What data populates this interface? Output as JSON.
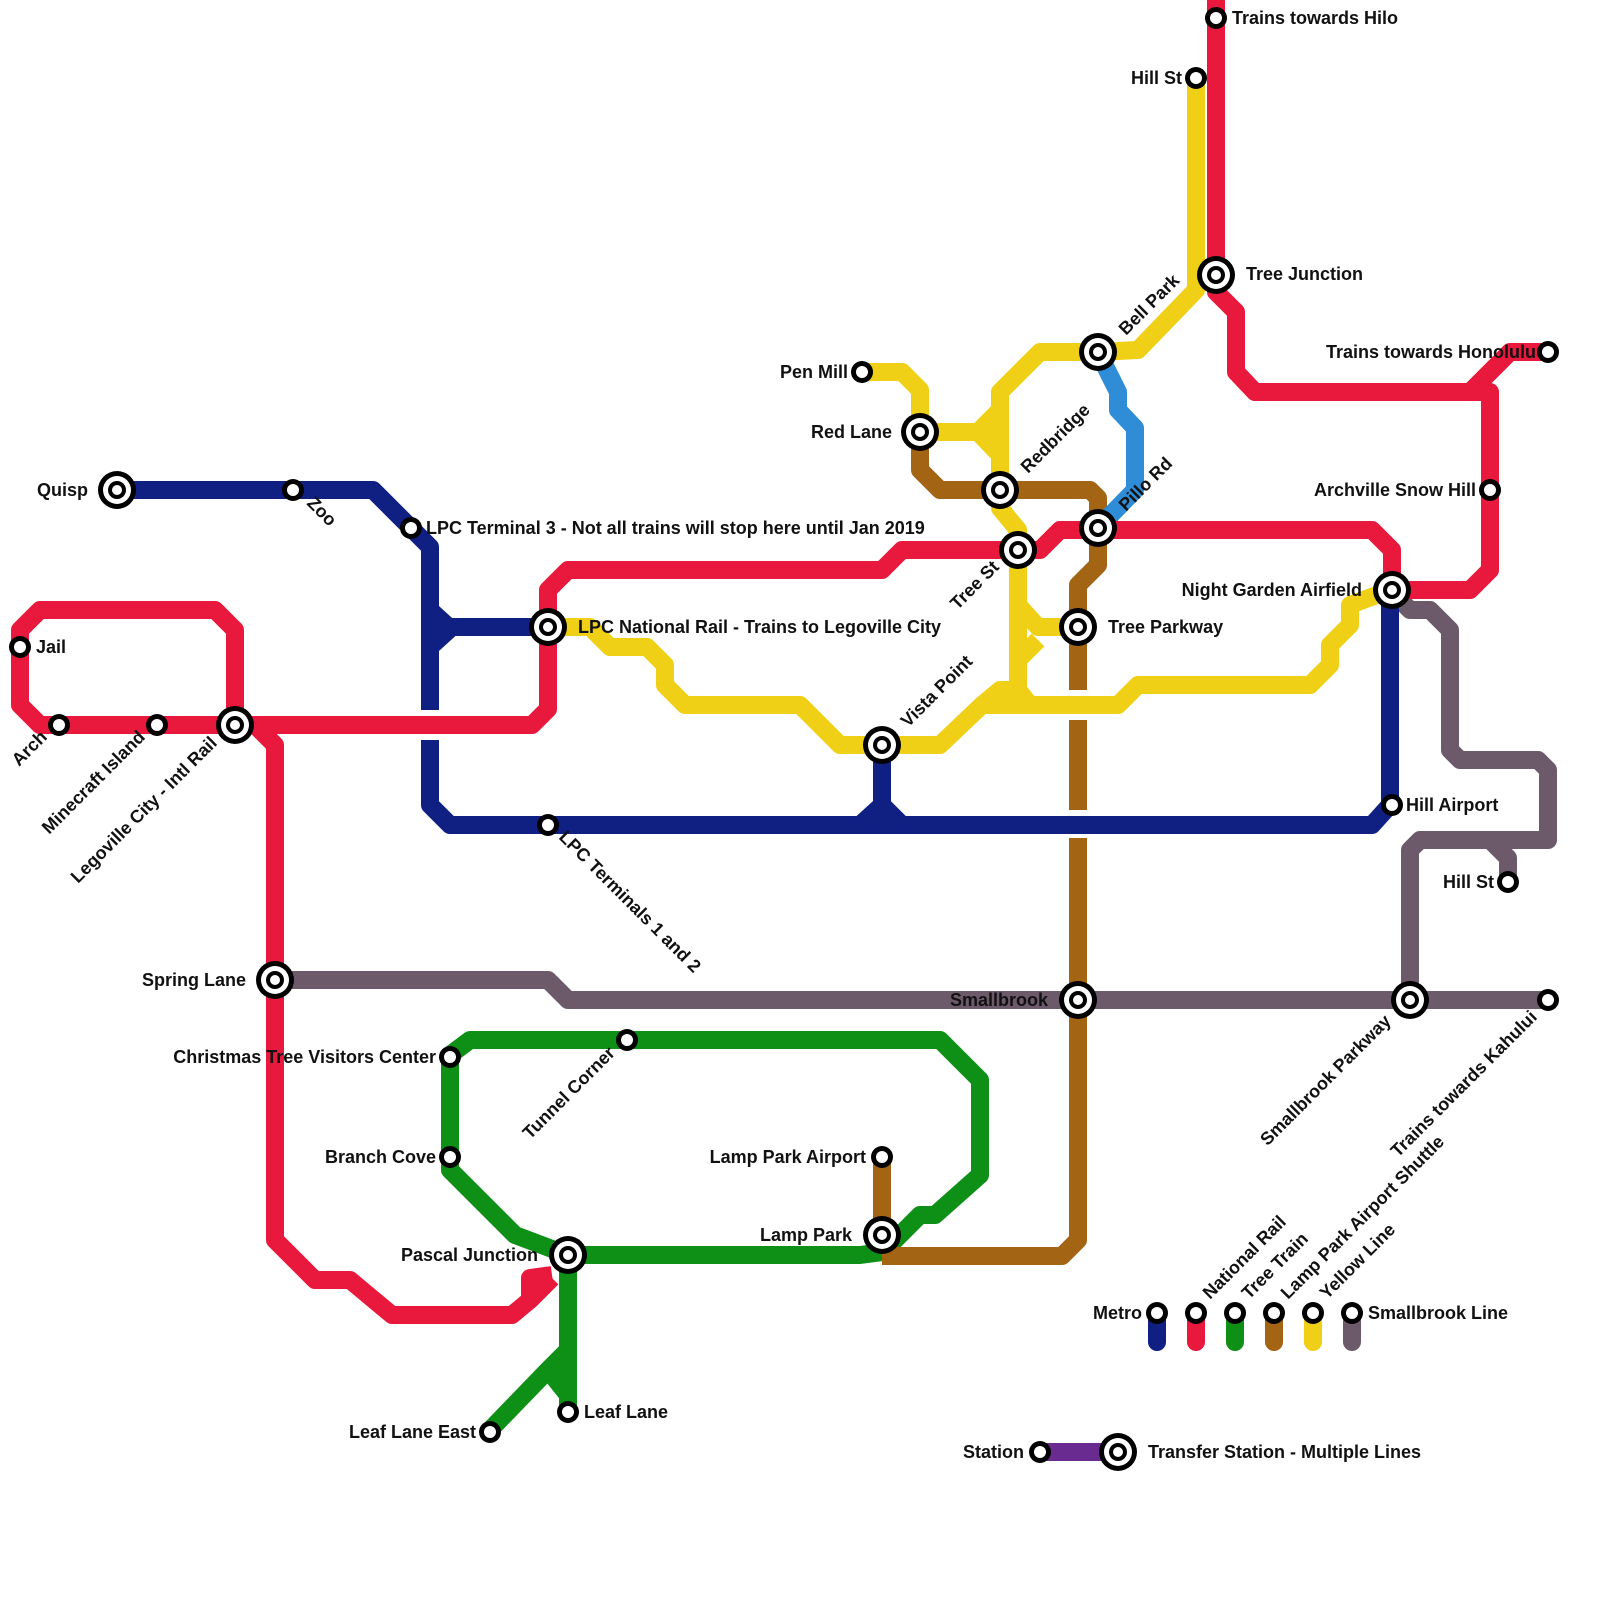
{
  "colors": {
    "metro": "#0f1f82",
    "national_rail": "#e8193c",
    "tree_train": "#0e9016",
    "lamp_park_airport_shuttle": "#a36414",
    "yellow_line": "#efd016",
    "smallbrook_line": "#6c5a6b",
    "pillo_link": "#2e8dd6",
    "legend_connector": "#6a2b90"
  },
  "stations": {
    "trains_towards_hilo": "Trains towards Hilo",
    "hill_st_north": "Hill St",
    "tree_junction": "Tree Junction",
    "trains_towards_honolulu": "Trains towards Honolulu",
    "bell_park": "Bell Park",
    "pen_mill": "Pen Mill",
    "red_lane": "Red Lane",
    "redbridge": "Redbridge",
    "pillo_rd": "Pillo Rd",
    "archville_snow_hill": "Archville Snow Hill",
    "quisp": "Quisp",
    "zoo": "Zoo",
    "lpc_terminal_3": "LPC Terminal 3 - Not all trains will stop here until Jan 2019",
    "tree_st": "Tree St",
    "night_garden_airfield": "Night Garden Airfield",
    "jail": "Jail",
    "lpc_national_rail": "LPC National Rail - Trains to Legoville City",
    "tree_parkway": "Tree Parkway",
    "vista_point": "Vista Point",
    "arch": "Arch",
    "minecraft_island": "Minecraft Island",
    "legoville_city_intl_rail": "Legoville City - Intl Rail",
    "hill_airport": "Hill Airport",
    "lpc_terminals_1_2": "LPC Terminals 1 and 2",
    "hill_st_east": "Hill St",
    "spring_lane": "Spring Lane",
    "smallbrook": "Smallbrook",
    "smallbrook_parkway": "Smallbrook Parkway",
    "trains_towards_kahului": "Trains towards Kahului",
    "christmas_tree_visitors_center": "Christmas Tree Visitors Center",
    "tunnel_corner": "Tunnel Corner",
    "branch_cove": "Branch Cove",
    "lamp_park_airport": "Lamp Park Airport",
    "lamp_park": "Lamp Park",
    "pascal_junction": "Pascal Junction",
    "leaf_lane_east": "Leaf Lane East",
    "leaf_lane": "Leaf Lane"
  },
  "legend": {
    "metro": "Metro",
    "national_rail": "National Rail",
    "tree_train": "Tree Train",
    "lamp_park_airport_shuttle": "Lamp Park Airport Shuttle",
    "yellow_line": "Yellow Line",
    "smallbrook_line": "Smallbrook Line",
    "station": "Station",
    "transfer_station": "Transfer Station - Multiple Lines"
  }
}
